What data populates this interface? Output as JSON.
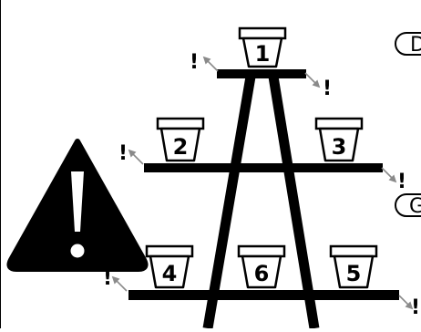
{
  "colors": {
    "ink": "#000000",
    "paper": "#ffffff",
    "arrow": "#8a8a8a"
  },
  "icons": {
    "warning": "warning-triangle-icon",
    "pot": "flower-pot-icon",
    "tip_arrow": "tip-arrow-icon"
  },
  "pots": [
    {
      "label": "1"
    },
    {
      "label": "2"
    },
    {
      "label": "3"
    },
    {
      "label": "4"
    },
    {
      "label": "6"
    },
    {
      "label": "5"
    }
  ],
  "tip_marker": "!",
  "side_labels": [
    {
      "label": "D"
    },
    {
      "label": "G"
    }
  ]
}
